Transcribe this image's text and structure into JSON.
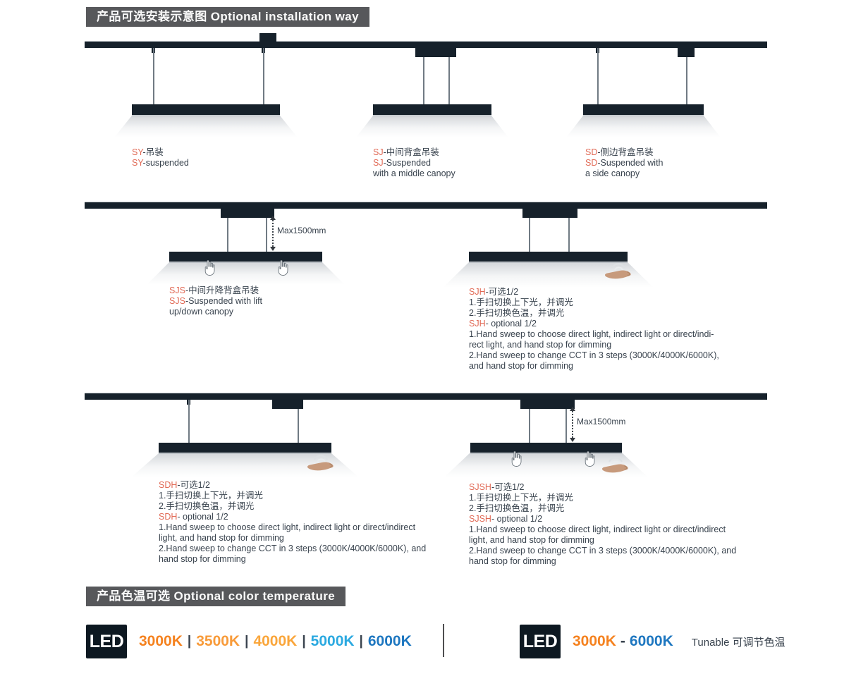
{
  "headers": {
    "installation": "产品可选安装示意图 Optional installation way",
    "color_temperature": "产品色温可选 Optional color temperature"
  },
  "max_distance_label": "Max1500mm",
  "colors": {
    "structure_dark": "#16212B",
    "model_code_accent": "#E16A56",
    "header_bg": "#57585B"
  },
  "diagrams": [
    {
      "name": "SY",
      "lines": [
        {
          "code": "SY",
          "rest": "-吊装"
        },
        {
          "code": "SY",
          "rest": "-suspended"
        }
      ]
    },
    {
      "name": "SJ",
      "lines": [
        {
          "code": "SJ",
          "rest": "-中间背盒吊装"
        },
        {
          "code": "SJ",
          "rest": "-Suspended"
        },
        {
          "code": "",
          "rest": "with a middle canopy"
        }
      ]
    },
    {
      "name": "SD",
      "lines": [
        {
          "code": "SD",
          "rest": "-侧边背盒吊装"
        },
        {
          "code": "SD",
          "rest": "-Suspended with"
        },
        {
          "code": "",
          "rest": "a side canopy"
        }
      ]
    },
    {
      "name": "SJS",
      "lines": [
        {
          "code": "SJS",
          "rest": "-中间升降背盒吊装"
        },
        {
          "code": "SJS",
          "rest": "-Suspended with lift"
        },
        {
          "code": "",
          "rest": "up/down canopy"
        }
      ]
    },
    {
      "name": "SJH",
      "lines": [
        {
          "code": "SJH",
          "rest": "-可选1/2"
        },
        {
          "code": "",
          "rest": "1.手扫切换上下光，并调光"
        },
        {
          "code": "",
          "rest": "2.手扫切换色温，并调光"
        },
        {
          "code": "SJH",
          "rest": "- optional 1/2"
        },
        {
          "code": "",
          "rest": "1.Hand sweep to choose direct light, indirect light or direct/indi-"
        },
        {
          "code": "",
          "rest": "rect light, and hand stop for dimming"
        },
        {
          "code": "",
          "rest": "2.Hand sweep to change CCT in 3 steps (3000K/4000K/6000K),"
        },
        {
          "code": "",
          "rest": "and hand stop for dimming"
        }
      ]
    },
    {
      "name": "SDH",
      "lines": [
        {
          "code": "SDH",
          "rest": "-可选1/2"
        },
        {
          "code": "",
          "rest": "1.手扫切换上下光，并调光"
        },
        {
          "code": "",
          "rest": "2.手扫切换色温，并调光"
        },
        {
          "code": "SDH",
          "rest": "- optional 1/2"
        },
        {
          "code": "",
          "rest": "1.Hand sweep to choose direct light, indirect light or direct/indirect"
        },
        {
          "code": "",
          "rest": "light, and hand stop for dimming"
        },
        {
          "code": "",
          "rest": "2.Hand sweep to change CCT in 3 steps (3000K/4000K/6000K), and"
        },
        {
          "code": "",
          "rest": "hand stop for dimming"
        }
      ]
    },
    {
      "name": "SJSH",
      "lines": [
        {
          "code": "SJSH",
          "rest": "-可选1/2"
        },
        {
          "code": "",
          "rest": "1.手扫切换上下光，并调光"
        },
        {
          "code": "",
          "rest": "2.手扫切换色温，并调光"
        },
        {
          "code": "SJSH",
          "rest": "- optional 1/2"
        },
        {
          "code": "",
          "rest": "1.Hand sweep to choose direct light, indirect light or direct/indirect"
        },
        {
          "code": "",
          "rest": "light, and hand stop for dimming"
        },
        {
          "code": "",
          "rest": "2.Hand sweep to change CCT in 3 steps (3000K/4000K/6000K), and"
        },
        {
          "code": "",
          "rest": "hand stop for dimming"
        }
      ]
    }
  ],
  "color_temperature": {
    "led": "LED",
    "separator": "|",
    "fixed_options": [
      {
        "value": "3000K",
        "color": "#F5821F"
      },
      {
        "value": "3500K",
        "color": "#F89B3A"
      },
      {
        "value": "4000K",
        "color": "#FAA63B"
      },
      {
        "value": "5000K",
        "color": "#2BA9E0"
      },
      {
        "value": "6000K",
        "color": "#1E77C0"
      }
    ],
    "tunable": {
      "start": "3000K",
      "start_color": "#F5821F",
      "dash": "-",
      "end": "6000K",
      "end_color": "#1E77C0",
      "note": "Tunable 可调节色温"
    }
  }
}
